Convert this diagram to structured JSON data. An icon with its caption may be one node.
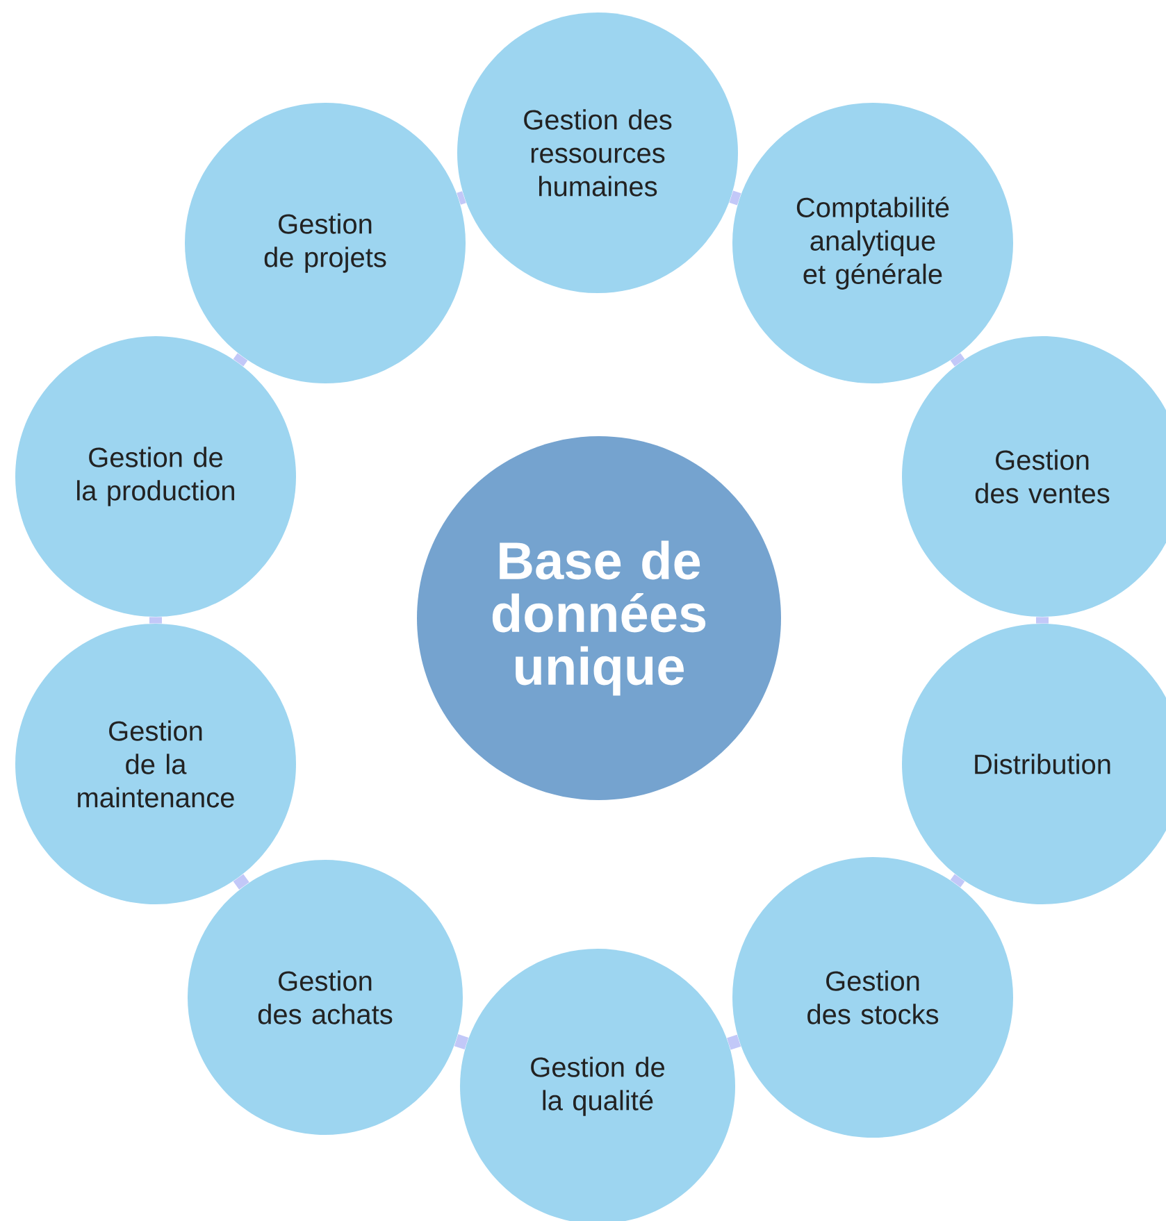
{
  "diagram": {
    "nodes": [
      {
        "text": [
          "Base de données unique"
        ]
      },
      {
        "text": [
          "Gestion des ressources humaines"
        ]
      },
      {
        "text": [
          "Comptabilité analytique et générale"
        ]
      },
      {
        "text": [
          "Gestion des ventes"
        ]
      },
      {
        "text": [
          "Distribution"
        ]
      },
      {
        "text": [
          "Gestion des stocks"
        ]
      },
      {
        "text": [
          "Gestion de la qualité"
        ]
      },
      {
        "text": [
          "Gestion des achats"
        ]
      },
      {
        "text": [
          "Gestion de la maintenance"
        ]
      },
      {
        "text": [
          "Gestion de la production"
        ]
      },
      {
        "text": [
          "Gestion de projets"
        ]
      }
    ],
    "edges": [
      {
        "from": 1,
        "to": 2,
        "arrow": "none"
      },
      {
        "from": 2,
        "to": 3,
        "arrow": "none"
      },
      {
        "from": 3,
        "to": 4,
        "arrow": "none"
      },
      {
        "from": 4,
        "to": 5,
        "arrow": "none"
      },
      {
        "from": 5,
        "to": 6,
        "arrow": "none"
      },
      {
        "from": 6,
        "to": 7,
        "arrow": "none"
      },
      {
        "from": 7,
        "to": 8,
        "arrow": "none"
      },
      {
        "from": 8,
        "to": 9,
        "arrow": "none"
      },
      {
        "from": 9,
        "to": 10,
        "arrow": "none"
      },
      {
        "from": 10,
        "to": 1,
        "arrow": "none"
      }
    ]
  }
}
